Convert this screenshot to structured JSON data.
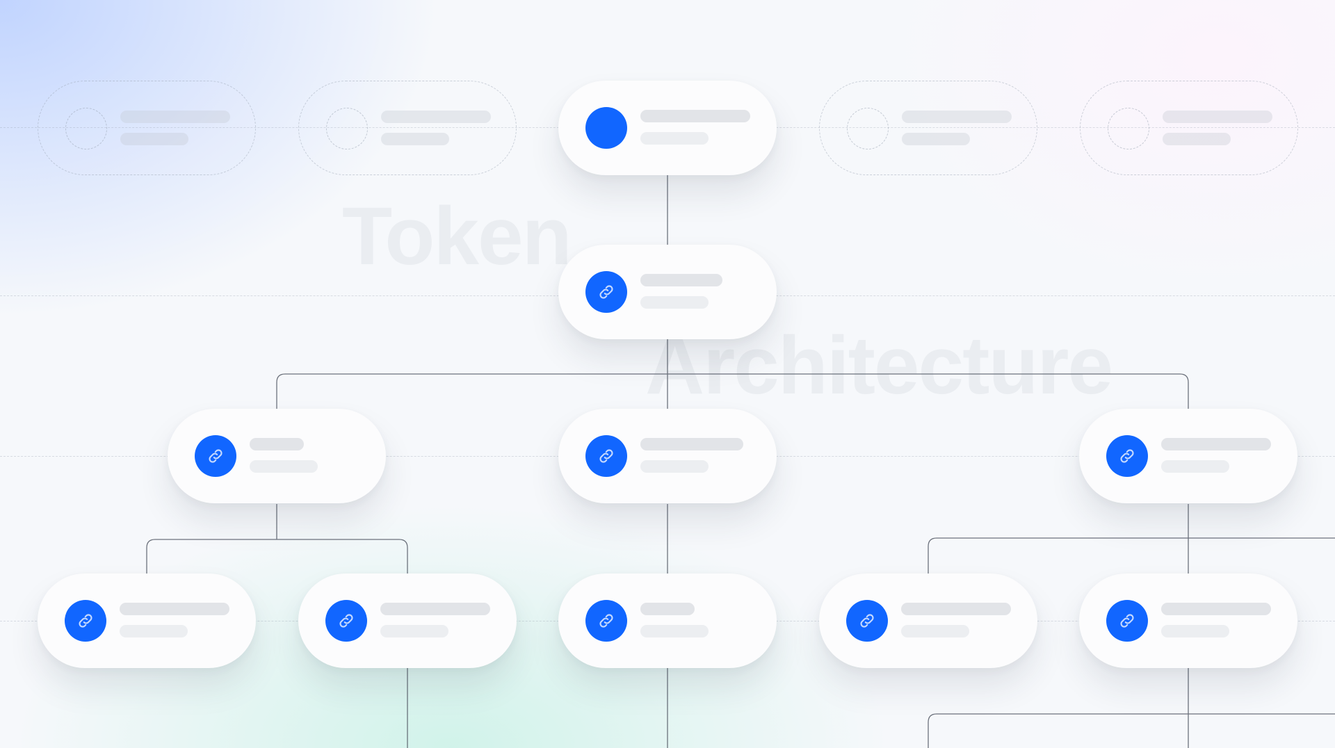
{
  "title_word_1": "Token",
  "title_word_2": "Architecture",
  "colors": {
    "accent": "#1166ff",
    "card": "#fcfcfd",
    "connector": "#555b66",
    "guide": "#9aa0ab"
  },
  "icons": {
    "node": "link-icon"
  },
  "nodes": [
    {
      "id": "root",
      "style": "solid",
      "icon": "none"
    },
    {
      "id": "ghost-1",
      "style": "ghost"
    },
    {
      "id": "ghost-2",
      "style": "ghost"
    },
    {
      "id": "ghost-3",
      "style": "ghost"
    },
    {
      "id": "ghost-4",
      "style": "ghost"
    },
    {
      "id": "level-1",
      "style": "solid",
      "icon": "link-icon"
    },
    {
      "id": "level-2-left",
      "style": "solid",
      "icon": "link-icon"
    },
    {
      "id": "level-2-center",
      "style": "solid",
      "icon": "link-icon"
    },
    {
      "id": "level-2-right",
      "style": "solid",
      "icon": "link-icon"
    },
    {
      "id": "level-3-a",
      "style": "solid",
      "icon": "link-icon"
    },
    {
      "id": "level-3-b",
      "style": "solid",
      "icon": "link-icon"
    },
    {
      "id": "level-3-c",
      "style": "solid",
      "icon": "link-icon"
    },
    {
      "id": "level-3-d",
      "style": "solid",
      "icon": "link-icon"
    },
    {
      "id": "level-3-e",
      "style": "solid",
      "icon": "link-icon"
    }
  ]
}
